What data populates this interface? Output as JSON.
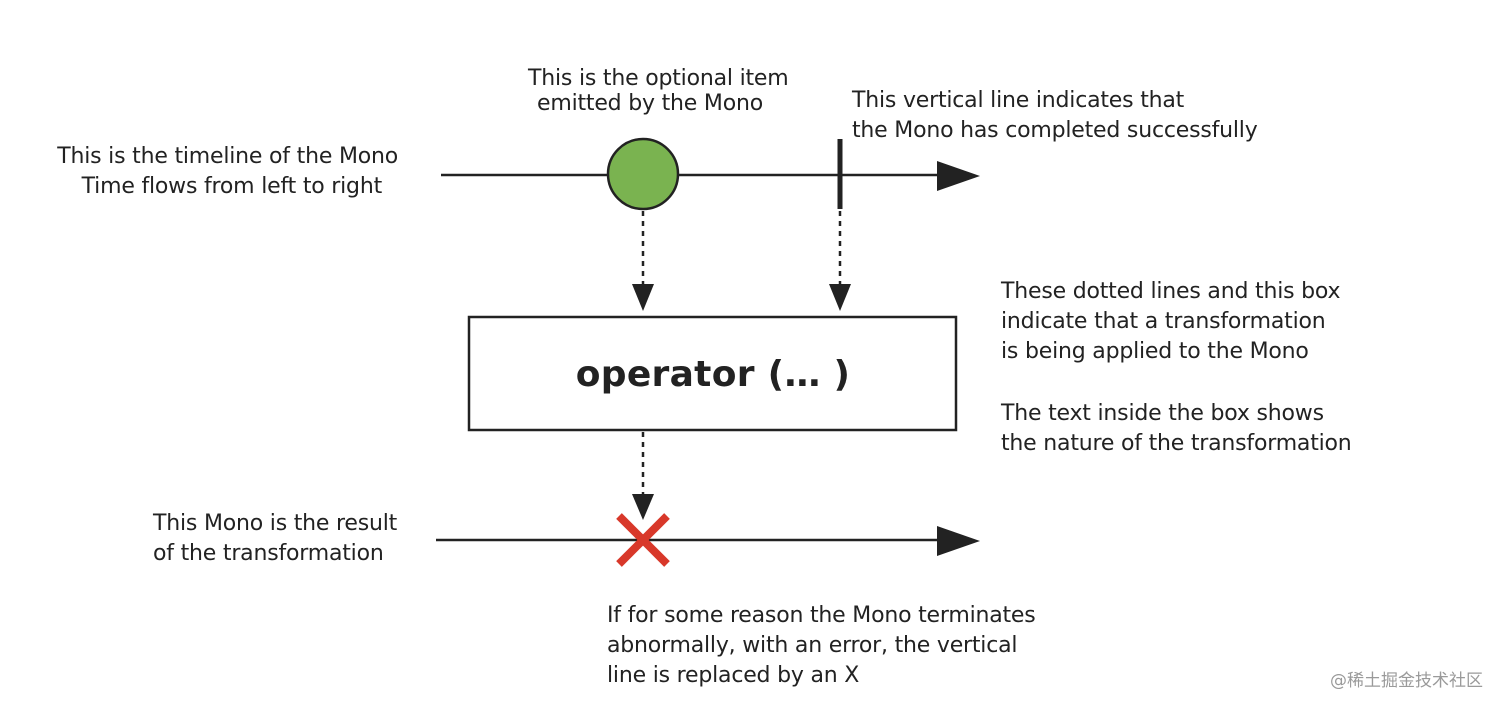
{
  "notes": {
    "source_timeline": [
      "This is the timeline of the Mono",
      "Time flows from left to right"
    ],
    "optional_item": [
      "This is the optional item",
      "emitted by the Mono"
    ],
    "completion": [
      "This vertical line indicates that",
      "the Mono has completed successfully"
    ],
    "transformation": [
      "These dotted lines and this box",
      "indicate that a transformation",
      "is being applied to the Mono"
    ],
    "operator_text": [
      "The text inside the box shows",
      "the nature of the transformation"
    ],
    "result": [
      "This Mono is the result",
      "of the transformation"
    ],
    "error": [
      "If for some reason the Mono terminates",
      "abnormally, with an error, the vertical",
      "line is replaced by an X"
    ]
  },
  "operator": {
    "label": "operator (… )"
  },
  "watermark": "@稀土掘金技术社区",
  "colors": {
    "item": "#7ab350",
    "error_x": "#d8382a",
    "line": "#222222"
  }
}
